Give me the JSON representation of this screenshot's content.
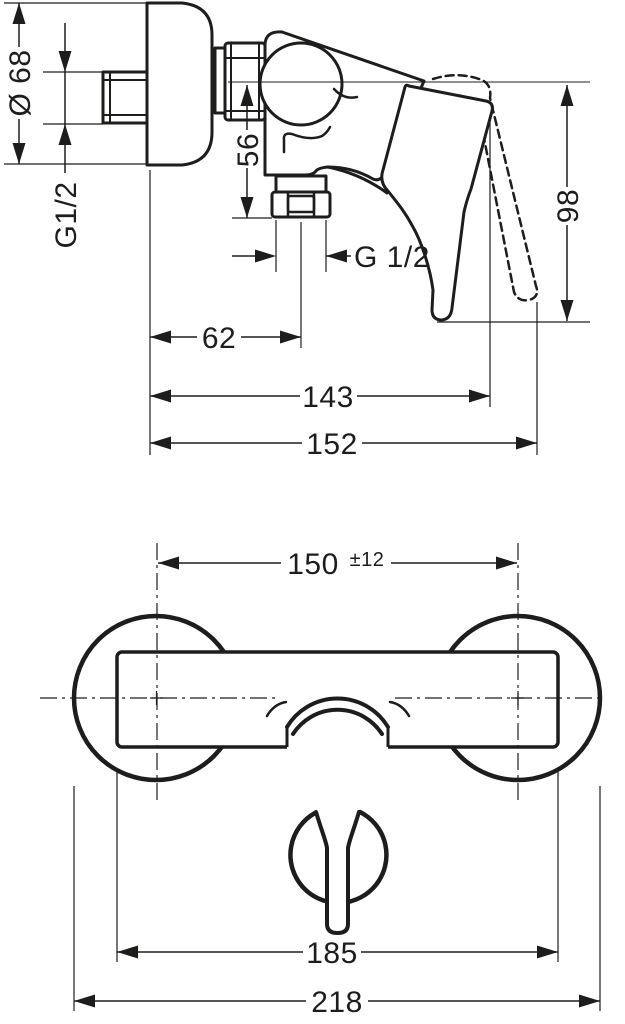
{
  "drawing": {
    "line_color": "#1d1d1b",
    "background_color": "#ffffff",
    "side_view": {
      "escutcheon_diameter": "Ø 68",
      "wall_connection_thread": "G1/2",
      "center_to_outlet": "56",
      "outlet_thread": "G 1/2",
      "wall_to_outlet_center": "62",
      "projection_handle": "143",
      "projection_max": "152",
      "center_to_handle_bottom": "98"
    },
    "front_view": {
      "connection_centers": "150",
      "connection_tolerance": "±12",
      "body_width": "185",
      "overall_width": "218"
    }
  }
}
